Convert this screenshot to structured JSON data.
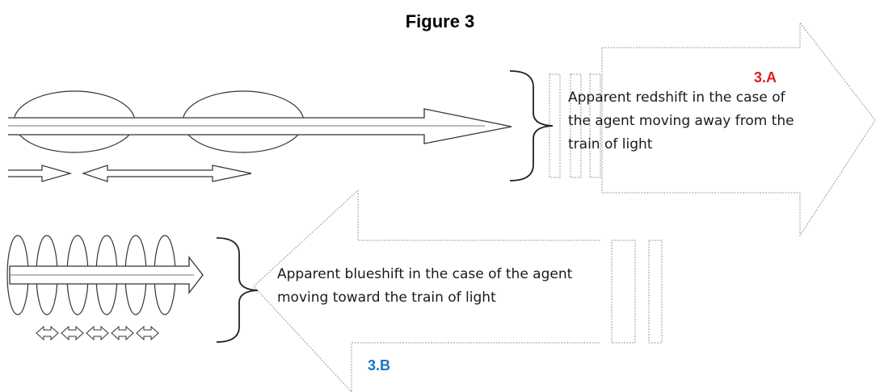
{
  "figure": {
    "title": "Figure 3"
  },
  "panel_a": {
    "label": "3.A",
    "label_color": "#e31b1b",
    "description_lines": [
      "Apparent redshift in the case of",
      "the agent moving away from the",
      "train of light"
    ]
  },
  "panel_b": {
    "label": "3.B",
    "label_color": "#1b74c2",
    "description_lines": [
      "Apparent blueshift in the case of the agent",
      "moving toward the train of light"
    ]
  }
}
